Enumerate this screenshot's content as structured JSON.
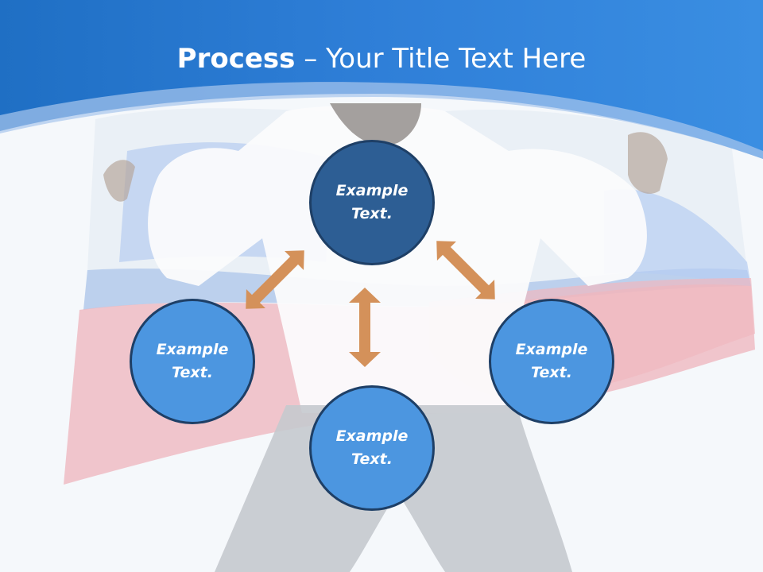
{
  "title": {
    "bold": "Process",
    "separator": " – ",
    "rest": "Your Title Text Here"
  },
  "nodes": {
    "top": {
      "line1": "Example",
      "line2": "Text."
    },
    "left": {
      "line1": "Example",
      "line2": "Text."
    },
    "right": {
      "line1": "Example",
      "line2": "Text."
    },
    "bottom": {
      "line1": "Example",
      "line2": "Text."
    }
  },
  "colors": {
    "header_blue": "#2f7dd4",
    "node_dark": "#2d5e94",
    "node_light": "#4c96e0",
    "node_border": "#1e3f66",
    "arrow": "#d4915a"
  },
  "icons": {
    "arrow": "double-headed-arrow"
  }
}
